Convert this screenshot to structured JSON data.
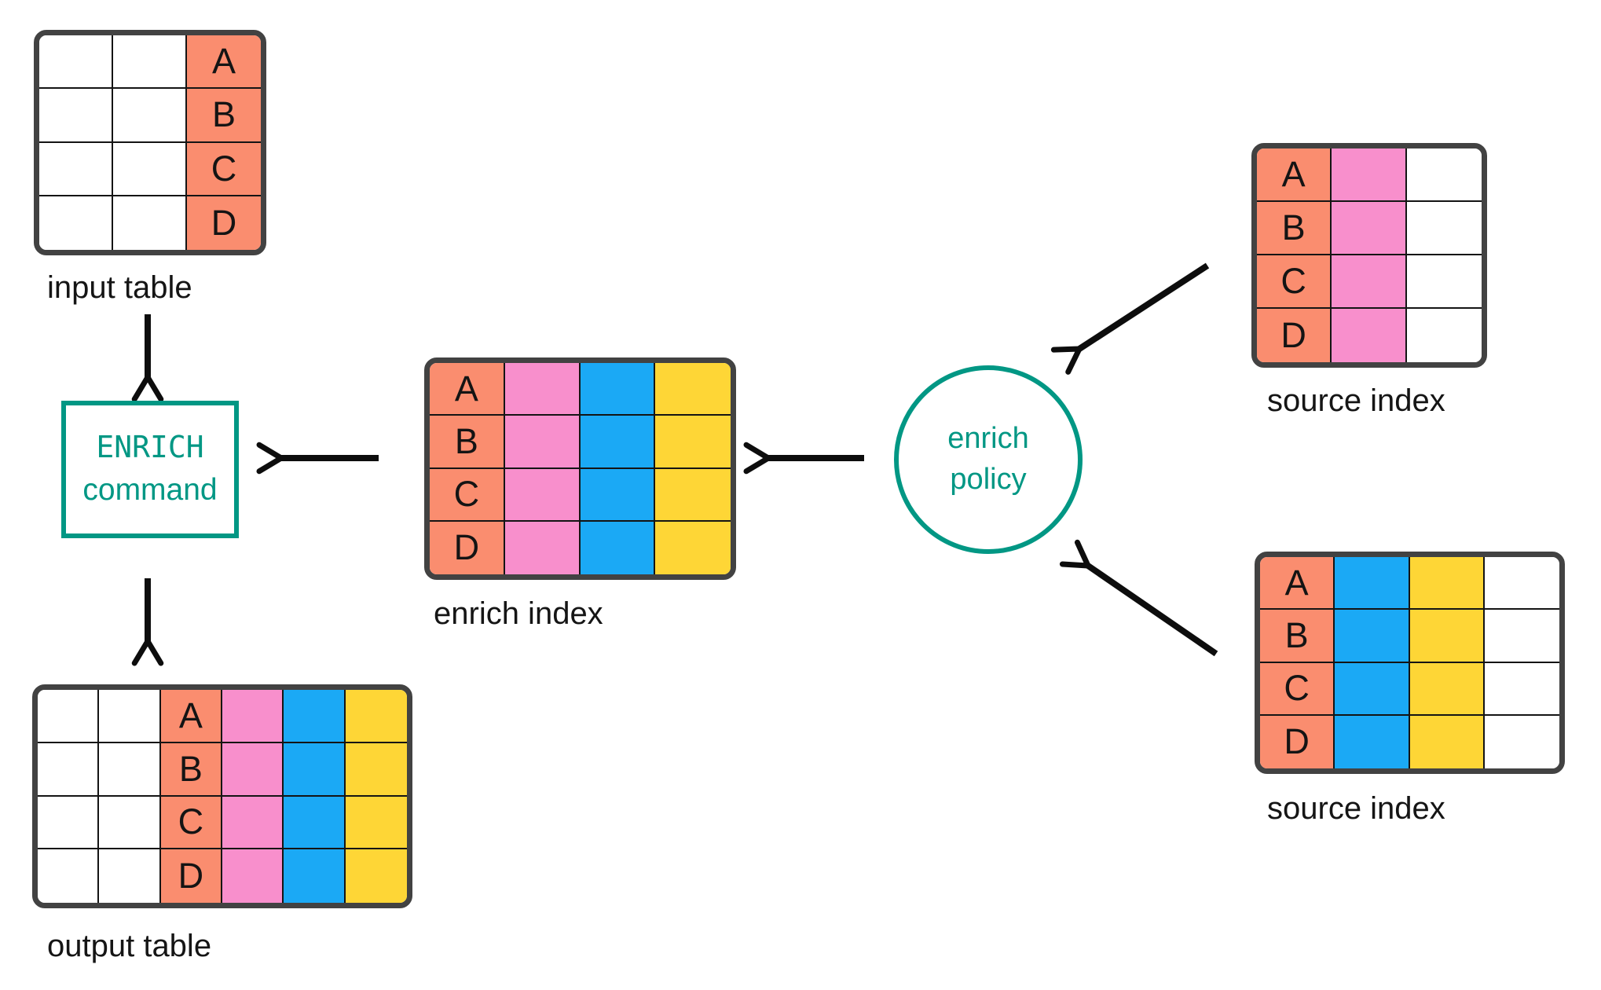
{
  "colors": {
    "salmon": "#FA8D6F",
    "pink": "#F88FCC",
    "blue": "#1BA9F5",
    "yellow": "#FED636",
    "teal": "#019784",
    "border_dark": "#424242",
    "arrow": "#0D0D0D"
  },
  "letters": [
    "A",
    "B",
    "C",
    "D"
  ],
  "diagram": {
    "input_table": {
      "label": "input table",
      "columns": [
        "white",
        "white",
        "salmon"
      ],
      "letter_column": 2,
      "rows": 4
    },
    "enrich_command": {
      "line1": "ENRICH",
      "line2": "command"
    },
    "output_table": {
      "label": "output table",
      "columns": [
        "white",
        "white",
        "salmon",
        "pink",
        "blue",
        "yellow"
      ],
      "letter_column": 2,
      "rows": 4
    },
    "enrich_index": {
      "label": "enrich index",
      "columns": [
        "salmon",
        "pink",
        "blue",
        "yellow"
      ],
      "letter_column": 0,
      "rows": 4
    },
    "enrich_policy": {
      "line1": "enrich",
      "line2": "policy"
    },
    "source_index_top": {
      "label": "source index",
      "columns": [
        "salmon",
        "pink",
        "white"
      ],
      "letter_column": 0,
      "rows": 4
    },
    "source_index_bottom": {
      "label": "source index",
      "columns": [
        "salmon",
        "blue",
        "yellow",
        "white"
      ],
      "letter_column": 0,
      "rows": 4
    }
  }
}
